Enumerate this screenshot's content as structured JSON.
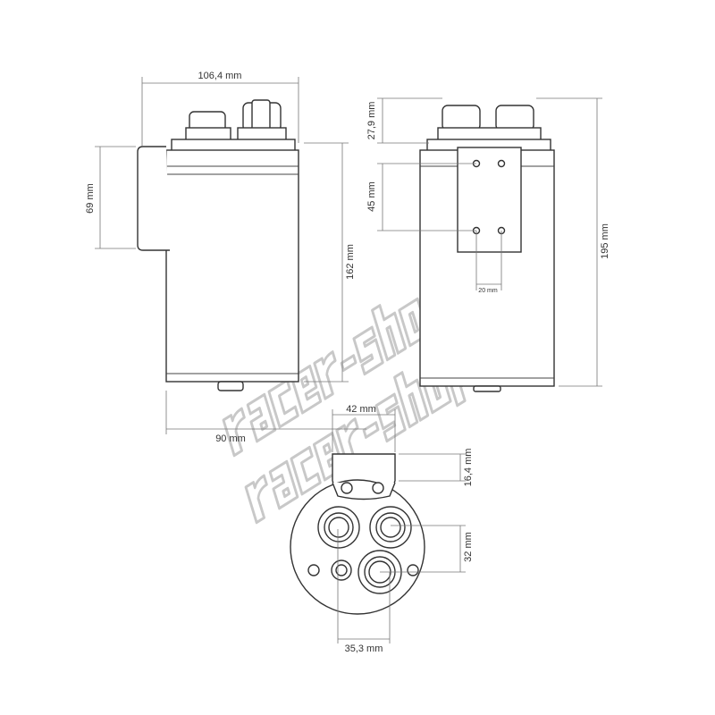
{
  "watermark": "racer-shop",
  "side_view": {
    "width": "106,4 mm",
    "bracket_height": "69 mm",
    "body_height": "162 mm",
    "depth": "90 mm"
  },
  "front_view": {
    "fitting_height": "27,9 mm",
    "hole_spacing_vertical": "45 mm",
    "hole_spacing_horizontal": "20 mm",
    "total_height": "195 mm"
  },
  "bottom_view": {
    "tab_width": "42 mm",
    "tab_height": "16,4 mm",
    "fitting_offset": "32 mm",
    "fitting_spacing": "35,3 mm"
  }
}
